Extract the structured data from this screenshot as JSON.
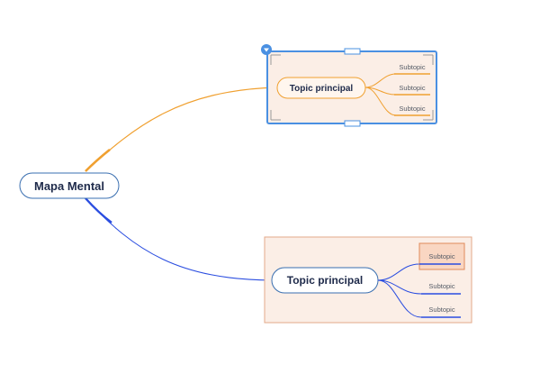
{
  "root": {
    "label": "Mapa Mental"
  },
  "branches": [
    {
      "topic": "Topic principal",
      "subtopics": [
        "Subtopic",
        "Subtopic",
        "Subtopic"
      ],
      "color": "#f0a030",
      "selected": true
    },
    {
      "topic": "Topic principal",
      "subtopics": [
        "Subtopic",
        "Subtopic",
        "Subtopic"
      ],
      "color": "#2a4de0",
      "selected": false,
      "highlighted_subtopic_index": 0
    }
  ],
  "colors": {
    "root_border": "#3a6fb0",
    "boundary_fill": "#fbeee6",
    "boundary_border": "#e3a98a",
    "selection": "#4a90e2"
  },
  "icons": {
    "collapse_toggle": "chevron-down-icon"
  }
}
